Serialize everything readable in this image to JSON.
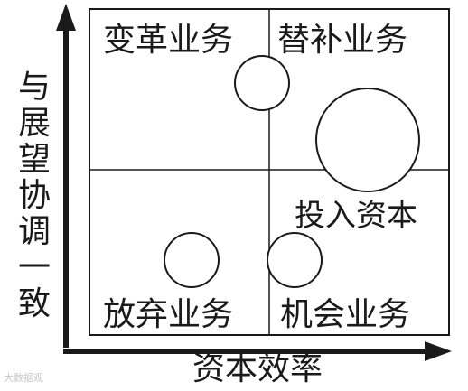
{
  "quadrants": {
    "top_left": "变革业务",
    "top_right": "替补业务",
    "bottom_left": "放弃业务",
    "bottom_right": "机会业务"
  },
  "axes": {
    "y_label_chars": [
      "与",
      "展",
      "望",
      "协",
      "调",
      "一",
      "致"
    ],
    "x_label": "资本效率"
  },
  "bubble_size_legend": "投入资本",
  "watermark": "大数据观",
  "colors": {
    "stroke": "#1a1a1a",
    "background": "#ffffff",
    "watermark": "#c8c8c8"
  }
}
